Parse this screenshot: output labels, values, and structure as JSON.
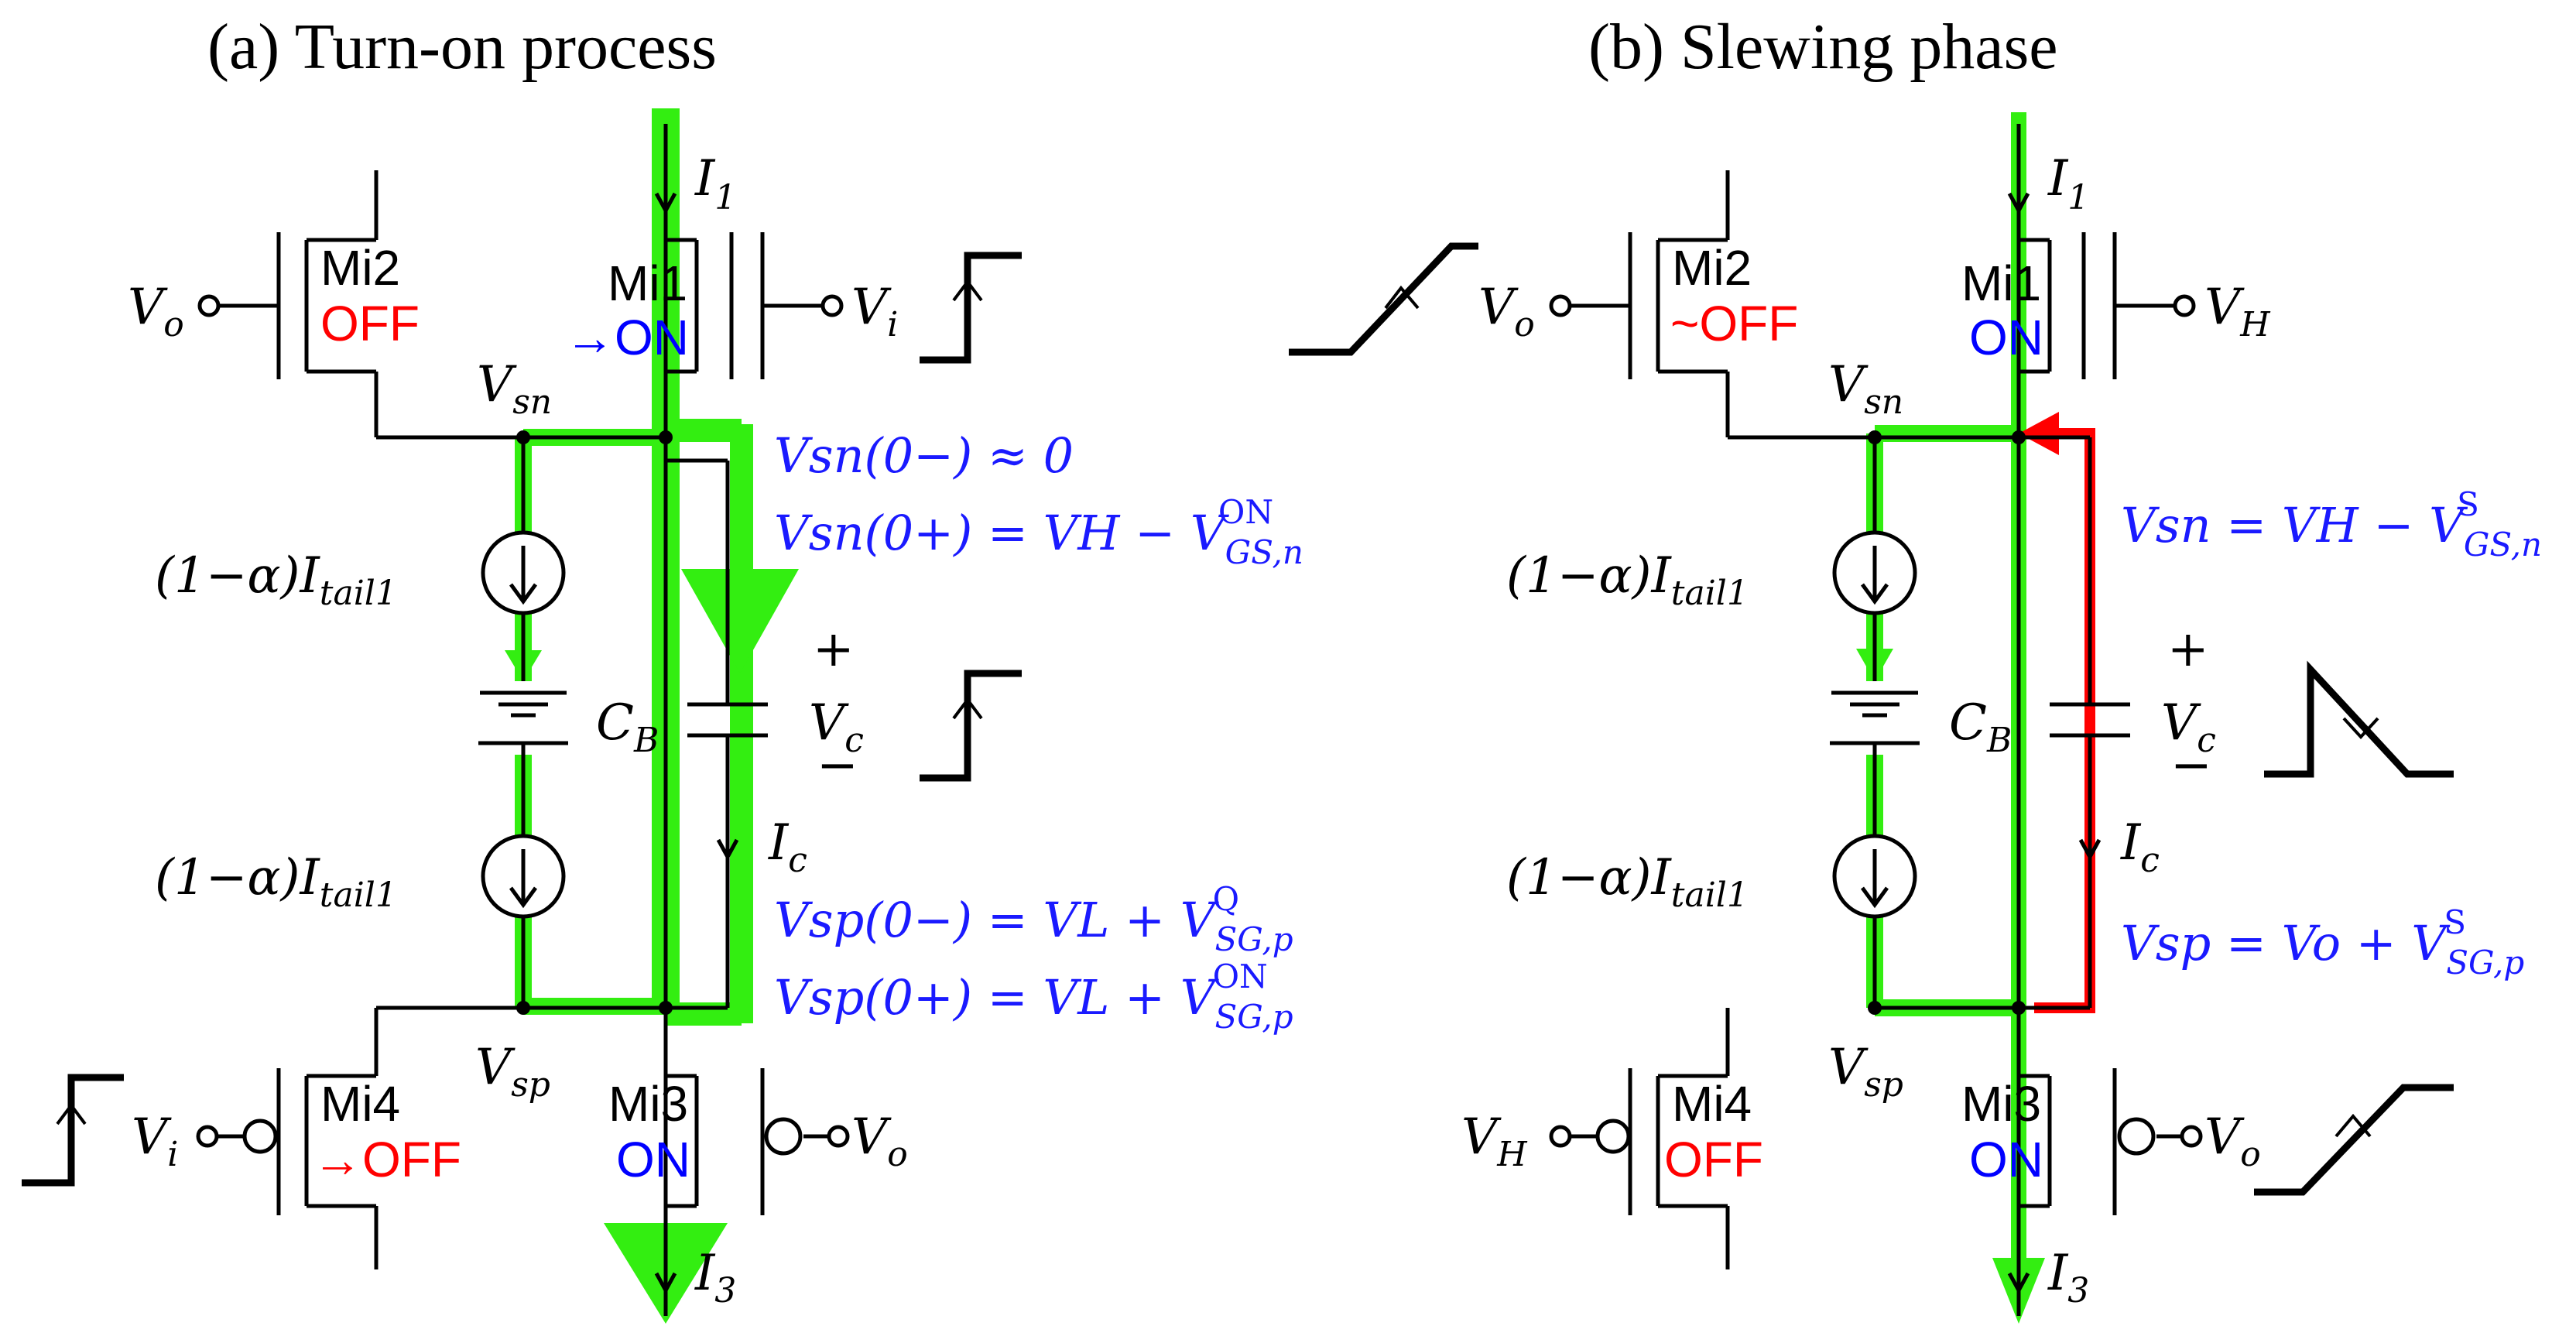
{
  "panels": [
    {
      "title": "(a) Turn-on process",
      "transistors": {
        "mi1": {
          "name": "Mi1",
          "state": "→ON",
          "gate": "Vi"
        },
        "mi2": {
          "name": "Mi2",
          "state": "OFF",
          "gate": "Vo"
        },
        "mi3": {
          "name": "Mi3",
          "state": "ON",
          "gate": "Vo"
        },
        "mi4": {
          "name": "Mi4",
          "state": "→OFF",
          "gate": "Vi"
        }
      },
      "equations": [
        "Vsn(0−) ≈ 0",
        "Vsn(0+) = VH − V^ON_GS,n",
        "Vsp(0−) = VL + V^Q_SG,p",
        "Vsp(0+) = VL + V^ON_SG,p"
      ]
    },
    {
      "title": "(b) Slewing phase",
      "transistors": {
        "mi1": {
          "name": "Mi1",
          "state": "ON",
          "gate": "VH"
        },
        "mi2": {
          "name": "Mi2",
          "state": "~OFF",
          "gate": "Vo"
        },
        "mi3": {
          "name": "Mi3",
          "state": "ON",
          "gate": "Vo"
        },
        "mi4": {
          "name": "Mi4",
          "state": "OFF",
          "gate": "VH"
        }
      },
      "equations": [
        "Vsn = VH − V^S_GS,n",
        "Vsp = Vo + V^S_SG,p"
      ]
    }
  ],
  "labels": {
    "a_title": "(a) Turn-on process",
    "b_title": "(b) Slewing phase",
    "mi1": "Mi1",
    "mi2": "Mi2",
    "mi3": "Mi3",
    "mi4": "Mi4",
    "a_mi1_state": "→ON",
    "a_mi2_state": "OFF",
    "a_mi3_state": "ON",
    "a_mi4_state": "→OFF",
    "b_mi1_state": "ON",
    "b_mi2_state": "~OFF",
    "b_mi3_state": "ON",
    "b_mi4_state": "OFF",
    "V": "V",
    "I": "I",
    "C": "C",
    "sub_o": "o",
    "sub_i": "i",
    "sub_H": "H",
    "sub_sn": "sn",
    "sub_sp": "sp",
    "sub_1": "1",
    "sub_3": "3",
    "sub_c": "c",
    "sub_B": "B",
    "one_minus_alpha": "(1−α)",
    "sub_tail1": "tail1",
    "plus": "+",
    "minus": "−",
    "a_eq1": "Vsn(0−) ≈ 0",
    "a_eq2_main": "Vsn(0+) = VH − V",
    "a_eq2_sup": "ON",
    "a_eq2_sub": "GS,n",
    "a_eq3_main": "Vsp(0−) = VL + V",
    "a_eq3_sup": "Q",
    "a_eq3_sub": "SG,p",
    "a_eq4_main": "Vsp(0+) = VL + V",
    "a_eq4_sup": "ON",
    "a_eq4_sub": "SG,p",
    "b_eq1_main": "Vsn = VH − V",
    "b_eq1_sup": "S",
    "b_eq1_sub": "GS,n",
    "b_eq2_main": "Vsp = Vo + V",
    "b_eq2_sup": "S",
    "b_eq2_sub": "SG,p"
  },
  "colors": {
    "current_path": "#33ee11",
    "slew_path": "#ff0000",
    "on_state": "#0000ff",
    "off_state": "#ff0000",
    "equations": "#1a1aff"
  }
}
